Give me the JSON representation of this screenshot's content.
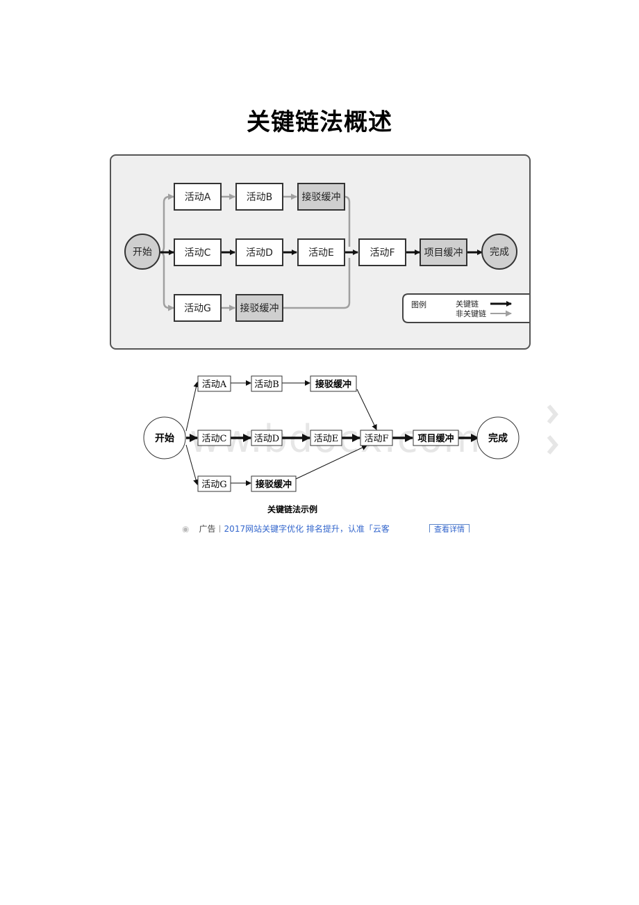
{
  "page_title": "关键链法概述",
  "figure1": {
    "start": "开始",
    "finish": "完成",
    "activity_a": "活动A",
    "activity_b": "活动B",
    "feeding_buffer_1": "接驳缓冲",
    "activity_c": "活动C",
    "activity_d": "活动D",
    "activity_e": "活动E",
    "activity_f": "活动F",
    "project_buffer": "项目缓冲",
    "activity_g": "活动G",
    "feeding_buffer_2": "接驳缓冲",
    "legend_title": "图例",
    "legend_critical": "关键链",
    "legend_noncritical": "非关键链"
  },
  "figure2": {
    "start": "开始",
    "finish": "完成",
    "activity_a": "活动A",
    "activity_b": "活动B",
    "feeding_buffer_1": "接驳缓冲",
    "activity_c": "活动C",
    "activity_d": "活动D",
    "activity_e": "活动E",
    "activity_f": "活动F",
    "project_buffer": "项目缓冲",
    "activity_g": "活动G",
    "feeding_buffer_2": "接驳缓冲",
    "caption": "关键链法示例",
    "watermark": "www.bdocx.com"
  },
  "ad": {
    "label": "广告",
    "link_text": "2017网站关键字优化 排名提升，认准「云客",
    "button": "查看详情"
  },
  "colors": {
    "buffer_fill": "#cfcfcf",
    "noncritical_arrow": "#a0a0a0",
    "frame_border": "#555555",
    "ad_link": "#3366cc"
  }
}
